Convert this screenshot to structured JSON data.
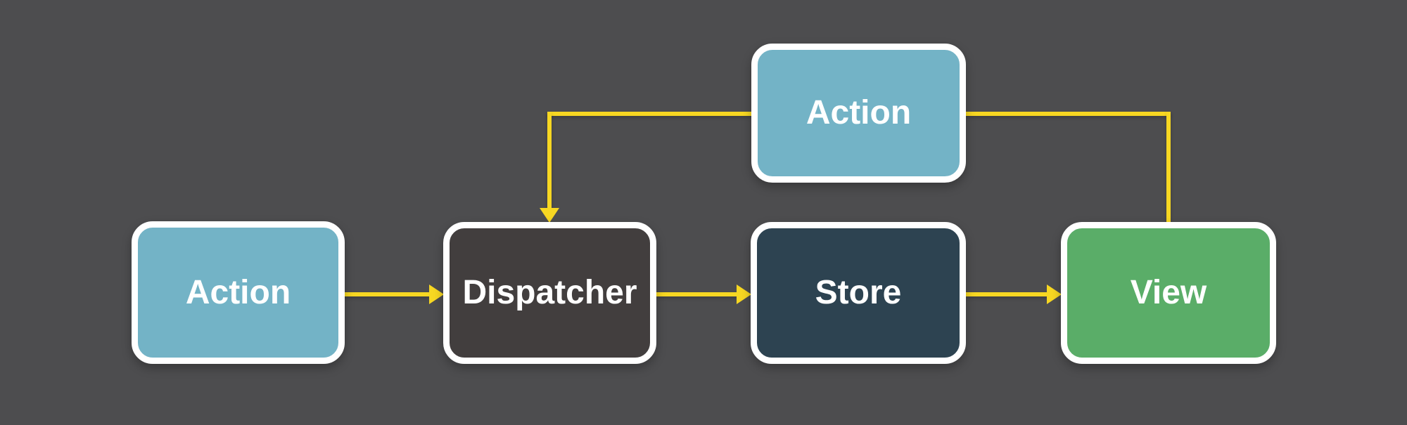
{
  "diagram": {
    "name": "flux-data-flow",
    "colors": {
      "background": "#4D4D4F",
      "arrow": "#F7D722",
      "node_border": "#FFFFFF",
      "label_text": "#FFFFFF",
      "action_fill": "#73B3C6",
      "dispatcher_fill": "#423E3E",
      "store_fill": "#2D4351",
      "view_fill": "#5AAD68"
    },
    "nodes": {
      "action_top": {
        "label": "Action",
        "color": "#73B3C6"
      },
      "action": {
        "label": "Action",
        "color": "#73B3C6"
      },
      "dispatcher": {
        "label": "Dispatcher",
        "color": "#423E3E"
      },
      "store": {
        "label": "Store",
        "color": "#2D4351"
      },
      "view": {
        "label": "View",
        "color": "#5AAD68"
      }
    },
    "edges": [
      {
        "from": "action",
        "to": "dispatcher",
        "arrowhead": true
      },
      {
        "from": "dispatcher",
        "to": "store",
        "arrowhead": true
      },
      {
        "from": "store",
        "to": "view",
        "arrowhead": true
      },
      {
        "from": "action_top",
        "to": "dispatcher",
        "arrowhead": true
      },
      {
        "between": [
          "view",
          "action_top"
        ],
        "arrowhead": false
      }
    ]
  }
}
